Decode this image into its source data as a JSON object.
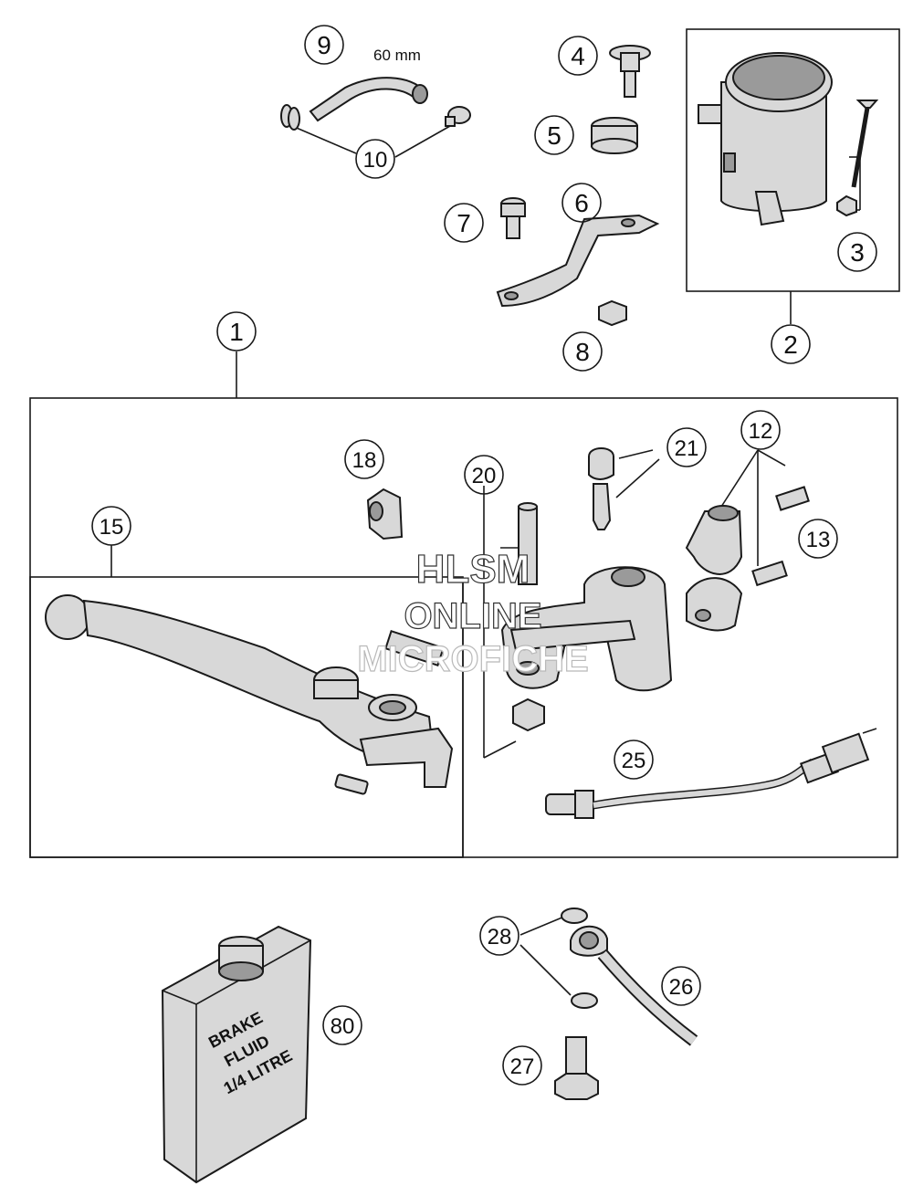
{
  "dimension_label": "60 mm",
  "watermark": {
    "line1": "HLSM",
    "line2": "ONLINE",
    "line3": "MICROFICHE"
  },
  "fluid_can": {
    "line1": "BRAKE",
    "line2": "FLUID",
    "line3": "1/4 LITRE"
  },
  "callouts": {
    "c1": "1",
    "c2": "2",
    "c3": "3",
    "c4": "4",
    "c5": "5",
    "c6": "6",
    "c7": "7",
    "c8": "8",
    "c9": "9",
    "c10": "10",
    "c12": "12",
    "c13": "13",
    "c15": "15",
    "c18": "18",
    "c20": "20",
    "c21": "21",
    "c25": "25",
    "c26": "26",
    "c27": "27",
    "c28": "28",
    "c80": "80"
  }
}
